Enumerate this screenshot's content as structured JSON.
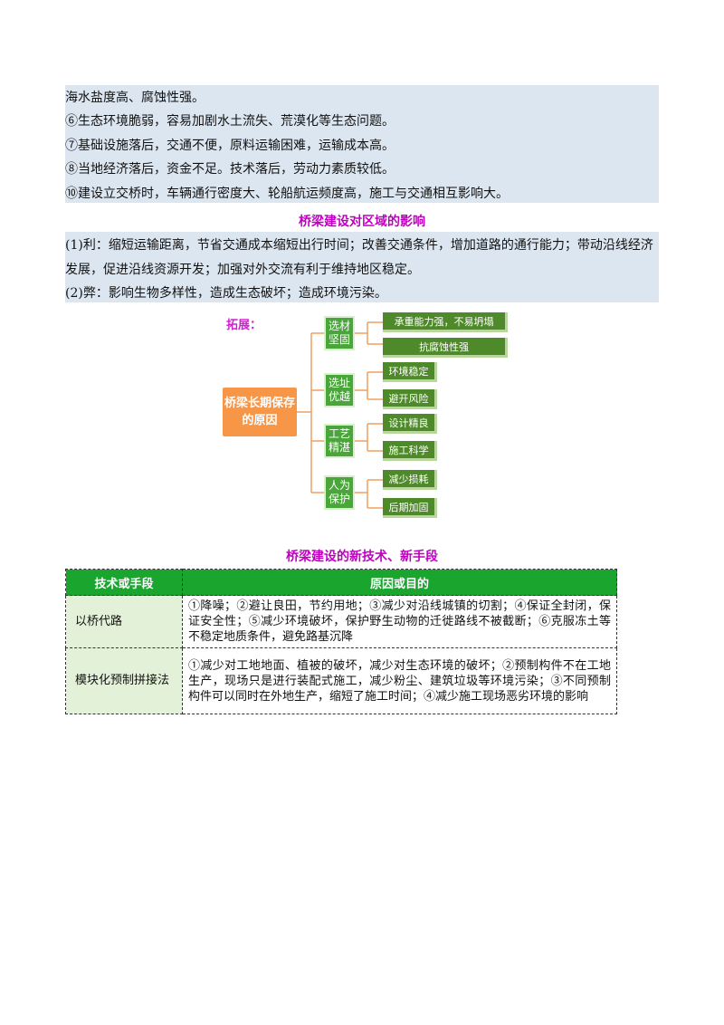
{
  "top_box": {
    "lines": [
      "海水盐度高、腐蚀性强。",
      "⑥生态环境脆弱，容易加剧水土流失、荒漠化等生态问题。",
      "⑦基础设施落后，交通不便，原料运输困难，运输成本高。",
      "⑧当地经济落后，资金不足。技术落后，劳动力素质较低。",
      "⑩建设立交桥时，车辆通行密度大、轮船航运频度高，施工与交通相互影响大。"
    ]
  },
  "section1": {
    "title": "桥梁建设对区域的影响",
    "lines": [
      "(1)利：缩短运输距离，节省交通成本缩短出行时间；改善交通条件，增加道路的通行能力；带动沿线经济",
      "发展，促进沿线资源开发；加强对外交流有利于维持地区稳定。",
      "(2)弊：影响生物多样性，造成生态破坏；造成环境污染。"
    ]
  },
  "diagram": {
    "label": "拓展：",
    "root": "桥梁长期保存的原因",
    "categories": [
      {
        "label": "选材坚固",
        "items": [
          "承重能力强，不易坍塌",
          "抗腐蚀性强"
        ]
      },
      {
        "label": "选址优越",
        "items": [
          "环境稳定",
          "避开风险"
        ]
      },
      {
        "label": "工艺精湛",
        "items": [
          "设计精良",
          "施工科学"
        ]
      },
      {
        "label": "人为保护",
        "items": [
          "减少损耗",
          "后期加固"
        ]
      }
    ]
  },
  "section2": {
    "title": "桥梁建设的新技术、新手段",
    "table": {
      "headers": [
        "技术或手段",
        "原因或目的"
      ],
      "rows": [
        {
          "method": "以桥代路",
          "reason": "①降噪；②避让良田，节约用地；③减少对沿线城镇的切割；④保证全封闭，保证安全性；⑤减少环境破坏，保护野生动物的迁徙路线不被截断；⑥克服冻土等不稳定地质条件，避免路基沉降"
        },
        {
          "method": "模块化预制拼接法",
          "reason": "①减少对工地地面、植被的破坏，减少对生态环境的破坏；②预制构件不在工地生产，现场只是进行装配式施工，减少粉尘、建筑垃圾等环境污染；③不同预制构件可以同时在外地生产，缩短了施工时间；④减少施工现场恶劣环境的影响"
        }
      ]
    }
  },
  "colors": {
    "box_bg": "#dce6f1",
    "heading": "#c000c0",
    "table_header": "#1aa52e",
    "root_node": "#f79646",
    "category_node": "#4aa63a",
    "leaf_node": "#4f8a2a"
  }
}
